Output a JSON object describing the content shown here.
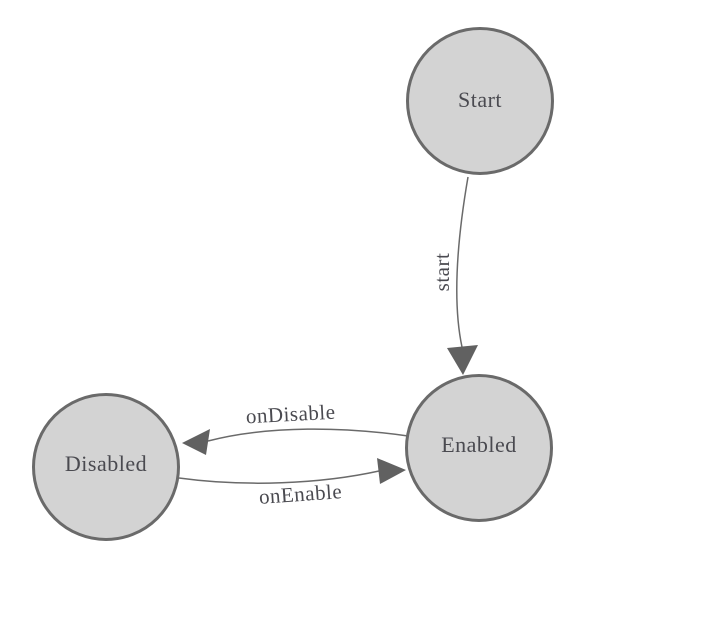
{
  "diagram": {
    "type": "state-machine",
    "colors": {
      "background": "#ffffff",
      "node_fill": "#d3d3d3",
      "node_stroke": "#6a6a6a",
      "edge_stroke": "#6a6a6a",
      "arrow_fill": "#616161",
      "label_text": "#4a4a50"
    },
    "nodes": [
      {
        "id": "start",
        "label": "Start"
      },
      {
        "id": "enabled",
        "label": "Enabled"
      },
      {
        "id": "disabled",
        "label": "Disabled"
      }
    ],
    "edges": [
      {
        "id": "start-transition",
        "label": "start",
        "from": "Start",
        "to": "Enabled"
      },
      {
        "id": "on-disable-transition",
        "label": "onDisable",
        "from": "Enabled",
        "to": "Disabled"
      },
      {
        "id": "on-enable-transition",
        "label": "onEnable",
        "from": "Disabled",
        "to": "Enabled"
      }
    ]
  }
}
